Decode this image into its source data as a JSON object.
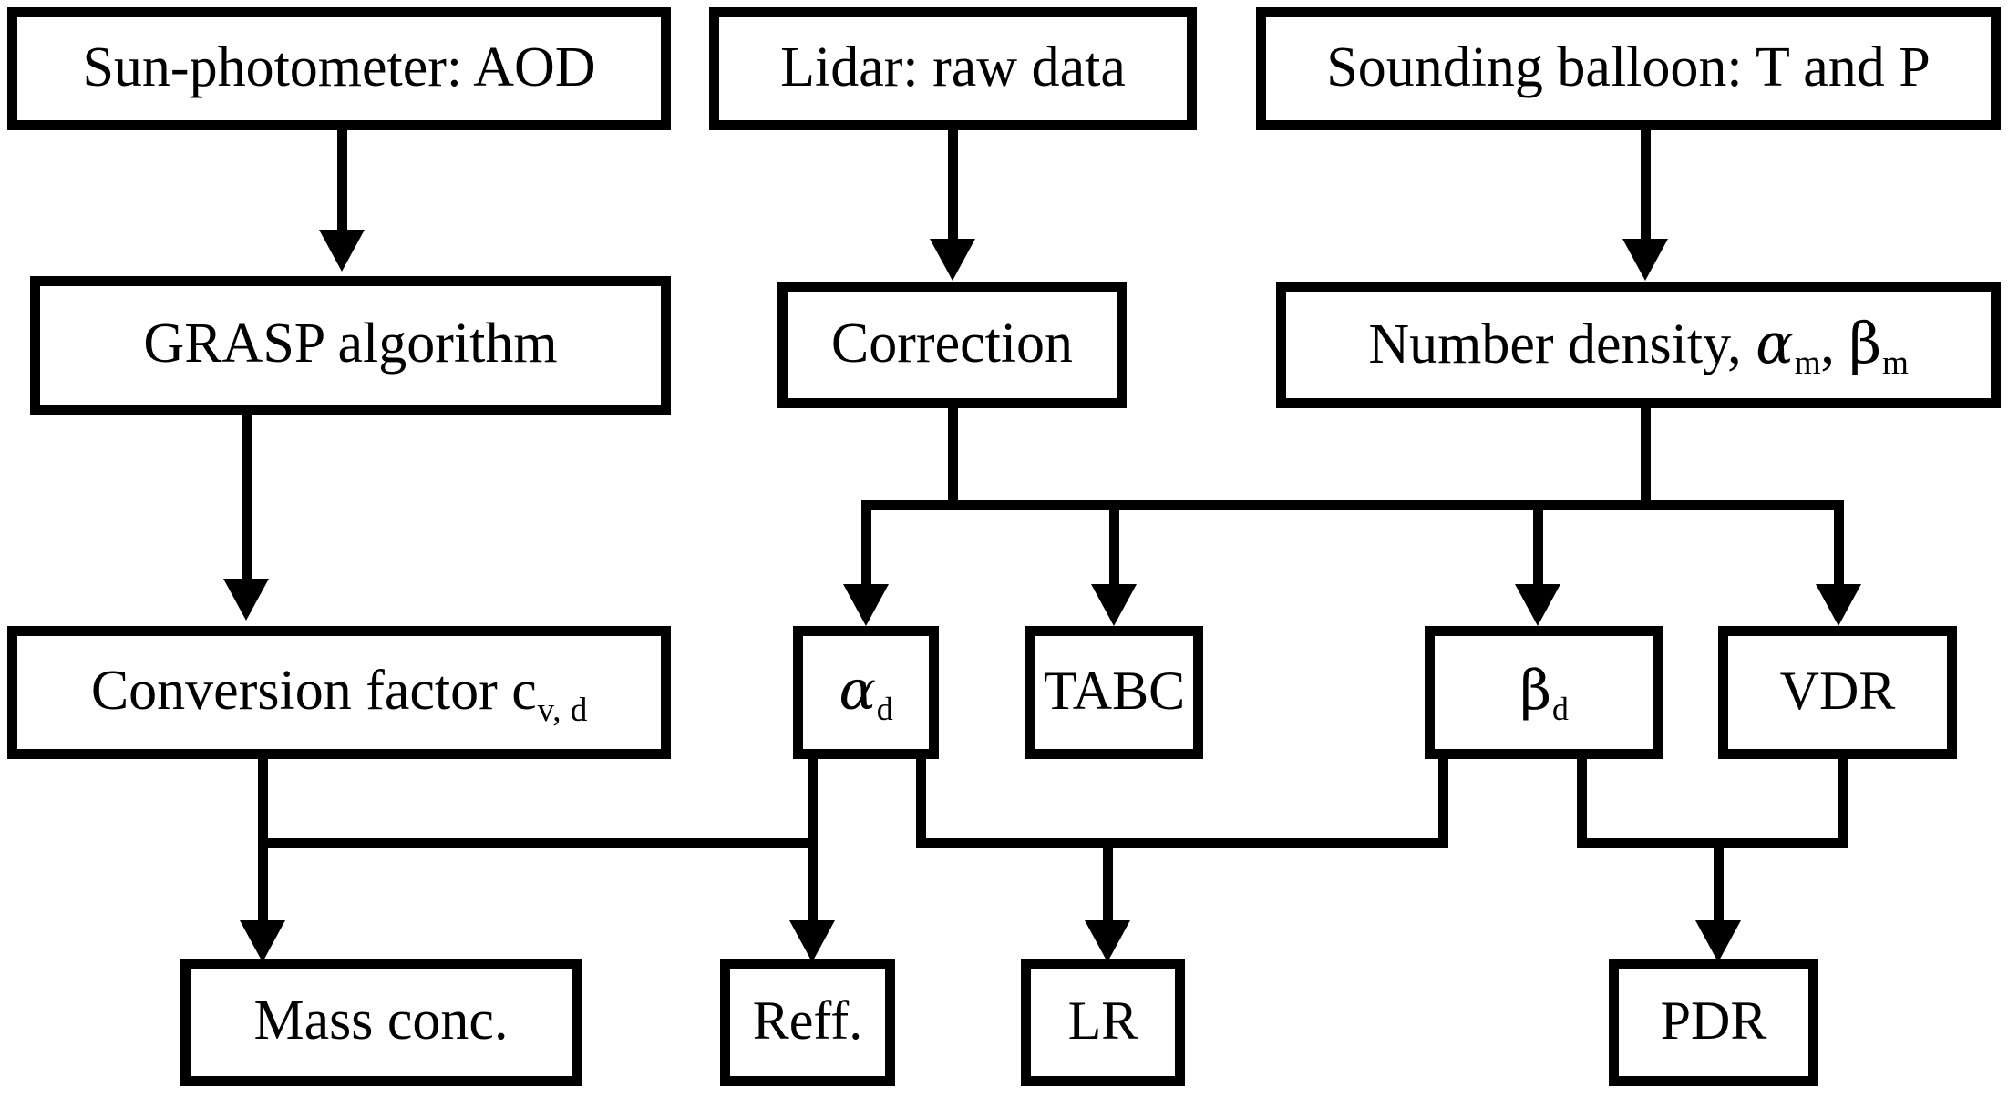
{
  "diagram": {
    "title": "Lidar and sun-photometer dust retrieval flowchart",
    "background_color": "#ffffff",
    "line_color": "#000000",
    "box_fill": "#ffffff",
    "nodes": {
      "sun_photometer": "Sun-photometer: AOD",
      "lidar_raw": "Lidar: raw data",
      "sounding_balloon": "Sounding balloon: T and P",
      "grasp": "GRASP algorithm",
      "correction": "Correction",
      "number_density_pre": "Number density, ",
      "number_density_alpha": "α",
      "number_density_alpha_sub": "m",
      "number_density_mid": ", ",
      "number_density_beta": "β",
      "number_density_beta_sub": "m",
      "conversion_factor_pre": "Conversion factor c",
      "conversion_factor_sub": "v, d",
      "alpha_d_main": "α",
      "alpha_d_sub": "d",
      "tabc": "TABC",
      "beta_d_main": "β",
      "beta_d_sub": "d",
      "vdr": "VDR",
      "mass_conc": "Mass conc.",
      "reff": "Reff.",
      "lr": "LR",
      "pdr": "PDR"
    },
    "edges": [
      "Sun-photometer: AOD → GRASP algorithm",
      "Lidar: raw data → Correction",
      "Sounding balloon: T and P → Number density, αm, βm",
      "GRASP algorithm → Conversion factor cv, d",
      "Correction → bus → αd, TABC, βd, VDR",
      "Number density, αm, βm → bus → αd, TABC, βd, VDR",
      "Conversion factor cv, d + αd → Mass conc.",
      "Conversion factor cv, d + αd → Reff.",
      "αd + βd → LR",
      "βd + VDR → PDR"
    ]
  }
}
